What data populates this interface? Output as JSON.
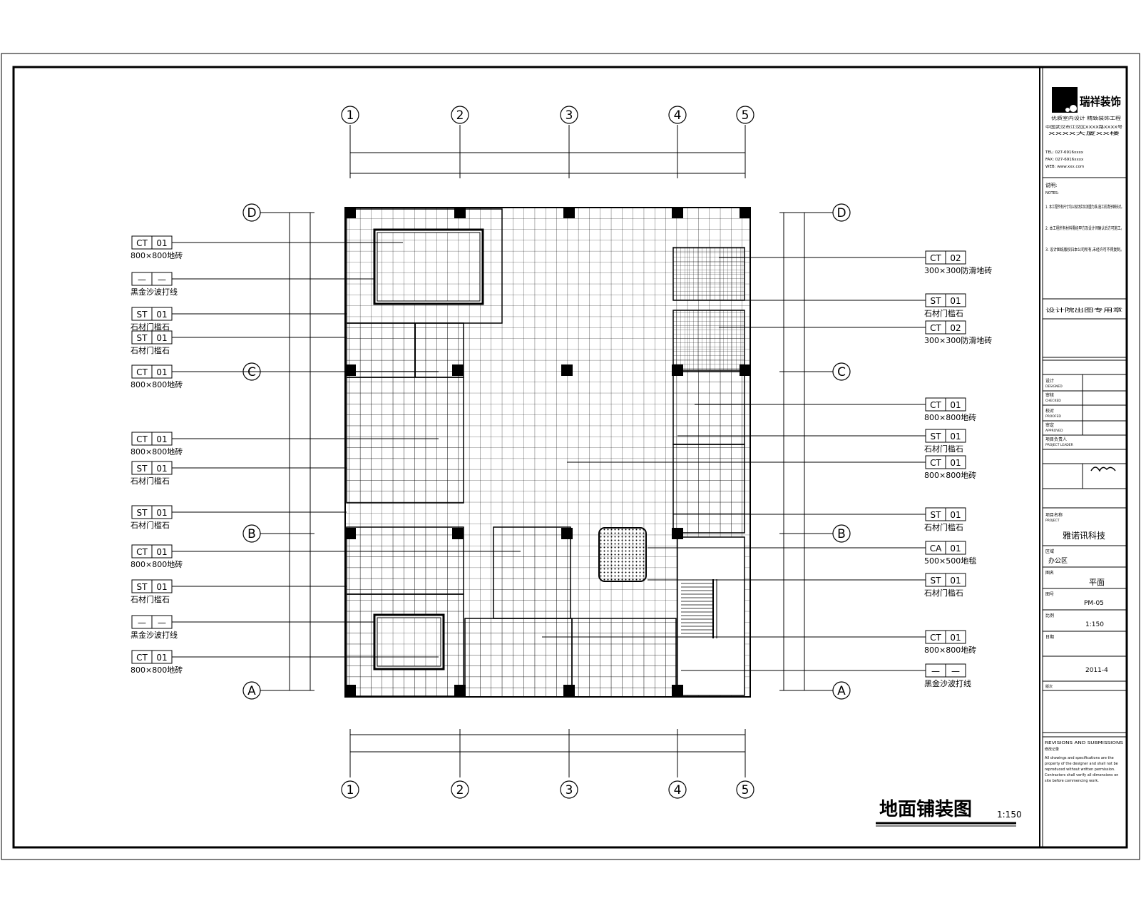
{
  "drawing": {
    "title": "地面铺装图",
    "scale": "1:150"
  },
  "grid": {
    "columns": [
      "1",
      "2",
      "3",
      "4",
      "5"
    ],
    "rows": [
      "D",
      "C",
      "B",
      "A"
    ]
  },
  "tags_left": [
    {
      "code": "CT",
      "num": "01",
      "desc": "800×800地砖"
    },
    {
      "code": "—",
      "num": "—",
      "desc": "黑金沙波打线"
    },
    {
      "code": "ST",
      "num": "01",
      "desc": "石材门槛石"
    },
    {
      "code": "ST",
      "num": "01",
      "desc": "石材门槛石"
    },
    {
      "code": "CT",
      "num": "01",
      "desc": "800×800地砖"
    },
    {
      "code": "CT",
      "num": "01",
      "desc": "800×800地砖"
    },
    {
      "code": "ST",
      "num": "01",
      "desc": "石材门槛石"
    },
    {
      "code": "ST",
      "num": "01",
      "desc": "石材门槛石"
    },
    {
      "code": "CT",
      "num": "01",
      "desc": "800×800地砖"
    },
    {
      "code": "ST",
      "num": "01",
      "desc": "石材门槛石"
    },
    {
      "code": "—",
      "num": "—",
      "desc": "黑金沙波打线"
    },
    {
      "code": "CT",
      "num": "01",
      "desc": "800×800地砖"
    }
  ],
  "tags_right": [
    {
      "code": "CT",
      "num": "02",
      "desc": "300×300防滑地砖"
    },
    {
      "code": "ST",
      "num": "01",
      "desc": "石材门槛石"
    },
    {
      "code": "CT",
      "num": "02",
      "desc": "300×300防滑地砖"
    },
    {
      "code": "CT",
      "num": "01",
      "desc": "800×800地砖"
    },
    {
      "code": "ST",
      "num": "01",
      "desc": "石材门槛石"
    },
    {
      "code": "CT",
      "num": "01",
      "desc": "800×800地砖"
    },
    {
      "code": "ST",
      "num": "01",
      "desc": "石材门槛石"
    },
    {
      "code": "CA",
      "num": "01",
      "desc": "500×500地毯"
    },
    {
      "code": "ST",
      "num": "01",
      "desc": "石材门槛石"
    },
    {
      "code": "CT",
      "num": "01",
      "desc": "800×800地砖"
    },
    {
      "code": "—",
      "num": "—",
      "desc": "黑金沙波打线"
    }
  ],
  "title_block": {
    "company_name": "瑞祥装饰",
    "company_tagline": "优质室内设计  精致装饰工程",
    "company_address_1": "中国武汉市江汉区XXXX路XXXX号",
    "company_address_2": "XXXX大厦XX楼",
    "tel": "TEL: 027-6916xxxx",
    "fax": "FAX: 027-6916xxxx",
    "web": "WEB: www.xxx.com",
    "notes_title": "说明:",
    "notes_sub": "NOTES:",
    "notes": [
      "1. 本工程所有尺寸均以现场实际测量为准,施工前请仔细核对。",
      "2. 本工程所有材料需经甲方及设计师确认后方可施工。",
      "3. 设计图纸版权归本公司所有,未经许可不得复制。"
    ],
    "stamp_label": "设计院出图专用章",
    "rows": [
      {
        "cn": "设计",
        "en": "DESIGNED"
      },
      {
        "cn": "审核",
        "en": "CHECKED"
      },
      {
        "cn": "校对",
        "en": "PROOFED"
      },
      {
        "cn": "审定",
        "en": "APPROVED"
      },
      {
        "cn": "项目负责人",
        "en": "PROJECT LEADER"
      }
    ],
    "project_label": "项目名称",
    "project_label_en": "PROJECT",
    "project_name": "雅诺讯科技",
    "area_label": "区域",
    "area_name": "办公区",
    "drawing_name_label": "图名",
    "drawing_name": "平面",
    "drawing_no_label": "图号",
    "drawing_no": "PM-05",
    "scale_label": "比例",
    "scale_value": "1:150",
    "date_label": "日期",
    "date_value": "2011-4",
    "rev_label": "版次",
    "rev_title": "REVISIONS AND SUBMISSIONS",
    "rev_sub": "修改记录",
    "rev_text": "All drawings and specifications are the property of the designer and shall not be reproduced without written permission. Contractors shall verify all dimensions on site before commencing work."
  }
}
